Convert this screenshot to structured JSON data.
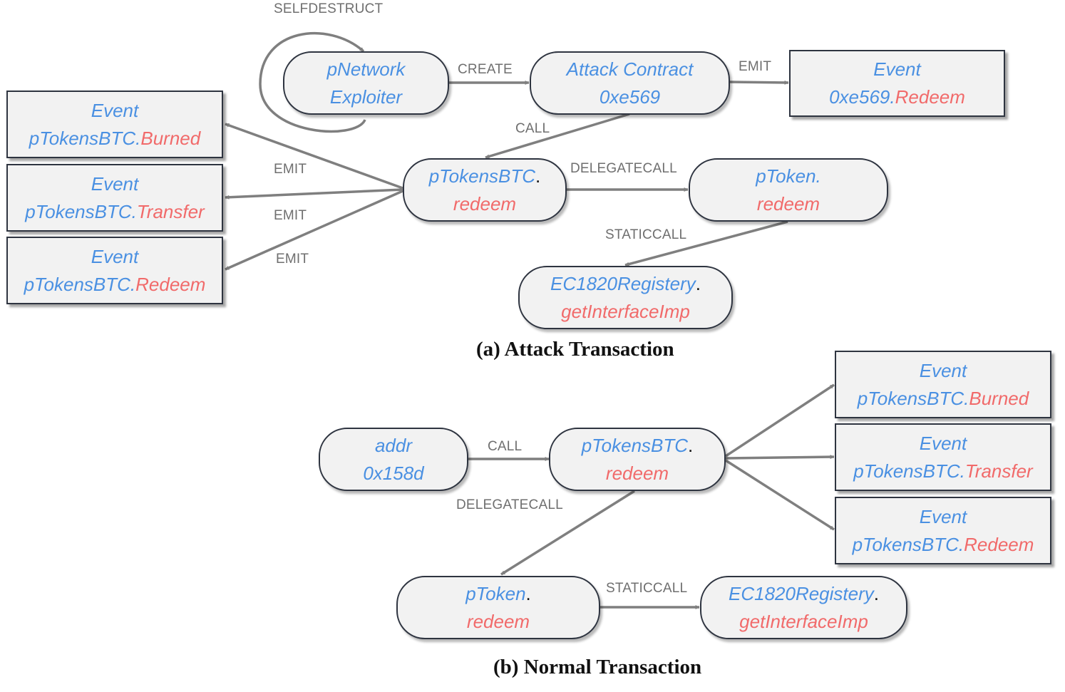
{
  "attack": {
    "caption": "(a) Attack Transaction",
    "exploiter": {
      "line1": "pNetwork",
      "line2": "Exploiter"
    },
    "attack_contract": {
      "line1": "Attack Contract",
      "line2": "0xe569"
    },
    "event_redeem_attack": {
      "line1": "Event",
      "line2_prefix": "0xe569.",
      "line2_method": "Redeem"
    },
    "ptokens_redeem": {
      "prefix": "pTokensBTC",
      "dot": ".",
      "method": "redeem"
    },
    "ptoken_redeem": {
      "prefix": "pToken.",
      "method": "redeem"
    },
    "registry": {
      "prefix": "EC1820Registery",
      "dot": ".",
      "method": "getInterfaceImp"
    },
    "event_burned": {
      "line1": "Event",
      "prefix": "pTokensBTC.",
      "method": "Burned"
    },
    "event_transfer": {
      "line1": "Event",
      "prefix": "pTokensBTC.",
      "method": "Transfer"
    },
    "event_redeem": {
      "line1": "Event",
      "prefix": "pTokensBTC.",
      "method": "Redeem"
    },
    "labels": {
      "selfdestruct": "SELFDESTRUCT",
      "create": "CREATE",
      "emit_top": "EMIT",
      "call": "CALL",
      "emit_1": "EMIT",
      "emit_2": "EMIT",
      "emit_3": "EMIT",
      "delegatecall": "DELEGATECALL",
      "staticcall": "STATICCALL"
    }
  },
  "normal": {
    "caption": "(b) Normal Transaction",
    "addr": {
      "line1": "addr",
      "line2": "0x158d"
    },
    "ptokens_redeem": {
      "prefix": "pTokensBTC",
      "dot": ".",
      "method": "redeem"
    },
    "ptoken_redeem": {
      "prefix": "pToken",
      "dot": ".",
      "method": "redeem"
    },
    "registry": {
      "prefix": "EC1820Registery",
      "dot": ".",
      "method": "getInterfaceImp"
    },
    "event_burned": {
      "line1": "Event",
      "prefix": "pTokensBTC.",
      "method": "Burned"
    },
    "event_transfer": {
      "line1": "Event",
      "prefix": "pTokensBTC.",
      "method": "Transfer"
    },
    "event_redeem": {
      "line1": "Event",
      "prefix": "pTokensBTC.",
      "method": "Redeem"
    },
    "labels": {
      "call": "CALL",
      "delegatecall": "DELEGATECALL",
      "staticcall": "STATICCALL"
    }
  },
  "colors": {
    "node_fill": "#f2f2f2",
    "node_border": "#2e3440",
    "contract_text": "#4a90e2",
    "method_text": "#f16a6a",
    "edge": "#7f7f7f"
  }
}
